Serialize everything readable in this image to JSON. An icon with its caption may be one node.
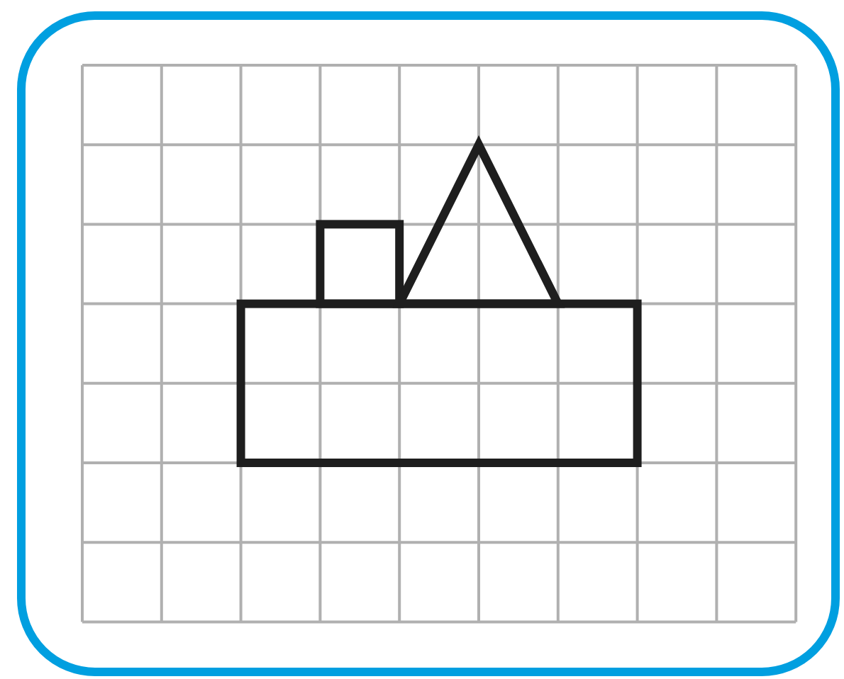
{
  "diagram": {
    "nodes": [
      {
        "text": [],
        "shape": "box"
      },
      {
        "text": [],
        "shape": "box"
      },
      {
        "text": [],
        "shape": "triangle"
      }
    ]
  }
}
